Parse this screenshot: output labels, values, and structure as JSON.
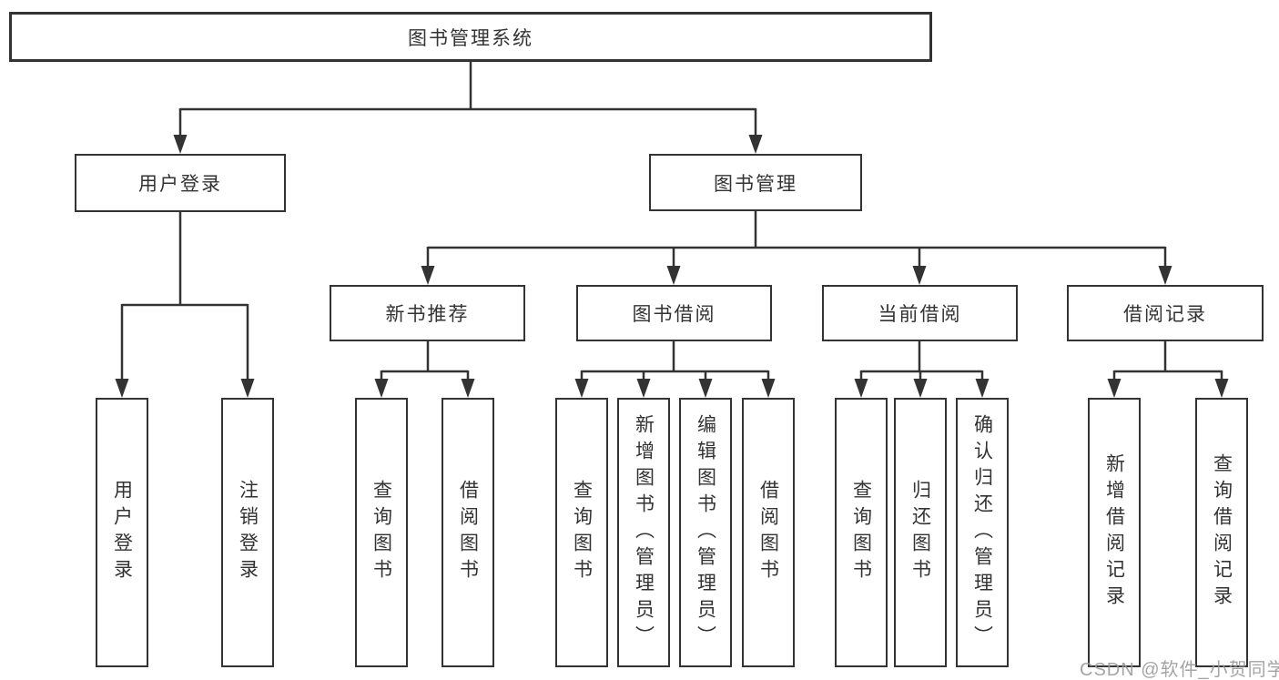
{
  "tree": {
    "root": "图书管理系统",
    "branches": [
      {
        "label": "用户登录",
        "children": [
          "用户登录",
          "注销登录"
        ]
      },
      {
        "label": "图书管理",
        "children": [
          {
            "label": "新书推荐",
            "children": [
              "查询图书",
              "借阅图书"
            ]
          },
          {
            "label": "图书借阅",
            "children": [
              "查询图书",
              "新增图书（管理员）",
              "编辑图书（管理员）",
              "借阅图书"
            ]
          },
          {
            "label": "当前借阅",
            "children": [
              "查询图书",
              "归还图书",
              "确认归还（管理员）"
            ]
          },
          {
            "label": "借阅记录",
            "children": [
              "新增借阅记录",
              "查询借阅记录"
            ]
          }
        ]
      }
    ]
  },
  "watermark": "CSDN @软件_小贺同学",
  "colors": {
    "line": "#333333",
    "text": "#333333",
    "watermark": "#9b9b9b",
    "background": "#ffffff"
  }
}
